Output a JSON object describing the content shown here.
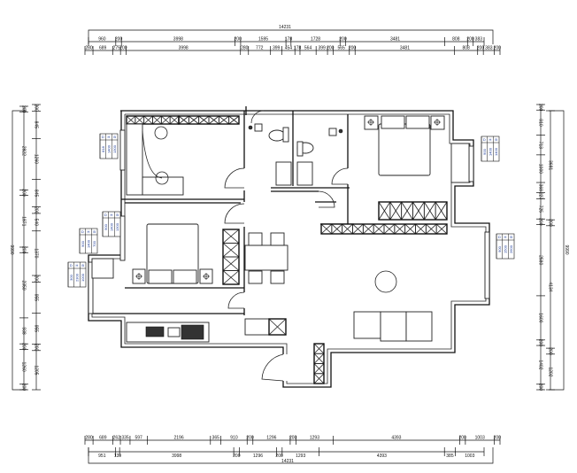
{
  "plan": {
    "dimensions": {
      "top_total": "14231",
      "top_outer": [
        "960",
        "200",
        "3998",
        "200",
        "1595",
        "178",
        "1728",
        "200",
        "3481",
        "808",
        "200",
        "383"
      ],
      "top_inner": [
        "280",
        "689",
        "275",
        "200",
        "3998",
        "280",
        "772",
        "399",
        "454",
        "178",
        "564",
        "399",
        "200",
        "565",
        "200",
        "3481",
        "808",
        "200",
        "383",
        "200"
      ],
      "bottom_inner": [
        "280",
        "689",
        "262",
        "335",
        "597",
        "2196",
        "365",
        "910",
        "200",
        "1296",
        "200",
        "1293",
        "4393",
        "200",
        "1003",
        "200"
      ],
      "bottom_outer": [
        "951",
        "139",
        "3998",
        "200",
        "1296",
        "200",
        "1293",
        "4393",
        "385",
        "1003"
      ],
      "bottom_total": "14231",
      "left_total": "9990",
      "left_mid": [
        "200",
        "2822",
        "200",
        "1871",
        "200",
        "2359",
        "938",
        "200",
        "1260",
        "200"
      ],
      "left_inner": [
        "200",
        "845",
        "1260",
        "845",
        "200",
        "540",
        "1370",
        "200",
        "955",
        "955",
        "200",
        "1205"
      ],
      "right_total": "9990",
      "right_mid": [
        "3681",
        "200",
        "4134",
        "200",
        "1202"
      ],
      "right_inner": [
        "200",
        "910",
        "713",
        "1000",
        "368",
        "227",
        "725",
        "200",
        "2580",
        "1600",
        "200",
        "1402",
        "200"
      ]
    },
    "window_tags": [
      {
        "D": "818",
        "H": "1400",
        "B": "1300"
      },
      {
        "D": "900",
        "H": "1400",
        "B": "1300"
      },
      {
        "D": "900",
        "H": "1400",
        "B": "700"
      },
      {
        "D": "300",
        "H": "2300",
        "B": "1000"
      },
      {
        "D": "900",
        "H": "1400",
        "B": "1400"
      },
      {
        "D": "900",
        "H": "1500",
        "B": "2600"
      }
    ],
    "tag_labels": {
      "d": "D",
      "h": "H",
      "b": "B"
    }
  }
}
